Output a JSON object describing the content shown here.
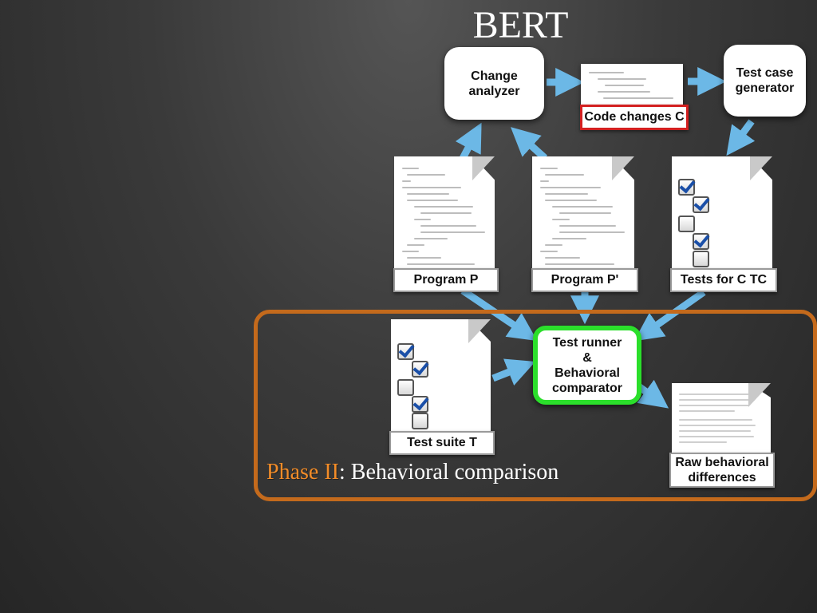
{
  "title": "BERT",
  "nodes": {
    "change_analyzer": "Change\nanalyzer",
    "code_changes": "Code changes C",
    "test_case_generator": "Test case\ngenerator",
    "program_p": "Program P",
    "program_p_prime": "Program P'",
    "tests_for_c": "Tests for C TC",
    "test_runner": "Test runner\n&\nBehavioral\ncomparator",
    "test_suite": "Test suite T",
    "raw_diff": "Raw behavioral\ndifferences"
  },
  "phase": {
    "highlight": "Phase II",
    "rest": ": Behavioral comparison"
  },
  "colors": {
    "arrow": "#6cb8e6",
    "phase_border": "#c46a1c",
    "phase_text": "#f28c28",
    "runner_border": "#2bdf2b",
    "code_changes_border": "#d32020"
  }
}
